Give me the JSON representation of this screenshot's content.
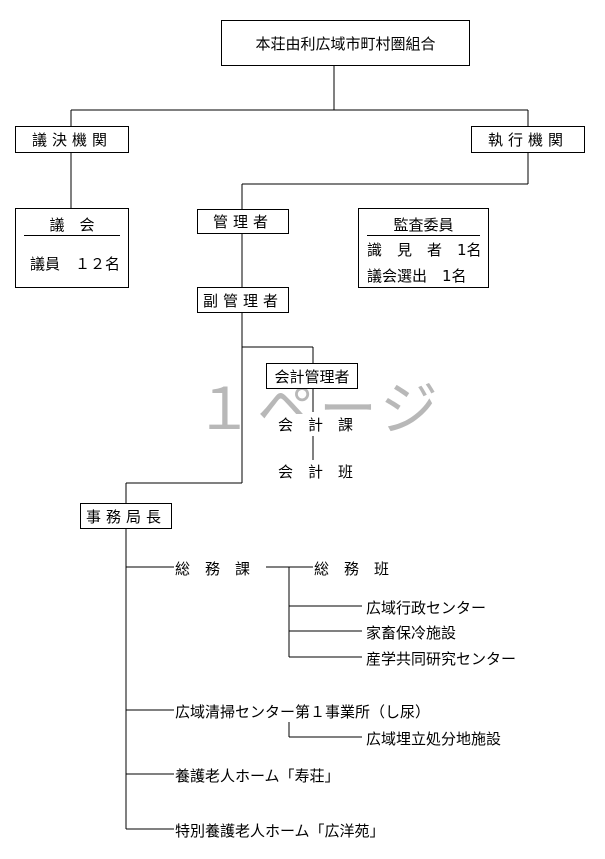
{
  "organization": {
    "name": "本荘由利広域市町村圏組合"
  },
  "legislative": {
    "label": "議決機関",
    "assembly": {
      "title": "議　会",
      "members": "議員　１２名"
    }
  },
  "executive": {
    "label": "執行機関",
    "administrator": "管理者",
    "deputy_administrator": "副管理者",
    "auditors": {
      "title": "監査委員",
      "rows": [
        "識　見　者　1名",
        "議会選出　1名"
      ]
    }
  },
  "accounting": {
    "manager": "会計管理者",
    "section": "会　計　課",
    "team": "会　計　班"
  },
  "secretariat": {
    "director": "事務局長",
    "general_affairs": {
      "section": "総　務　課",
      "team": "総　務　班",
      "facilities": [
        "広域行政センター",
        "家畜保冷施設",
        "産学共同研究センター"
      ]
    },
    "cleaning_center": {
      "name": "広域清掃センター第１事業所（し尿）",
      "sub": "広域埋立処分地施設"
    },
    "elderly_home": "養護老人ホーム「寿荘」",
    "special_elderly_home": "特別養護老人ホーム「広洋苑」"
  },
  "watermark": "１ページ"
}
